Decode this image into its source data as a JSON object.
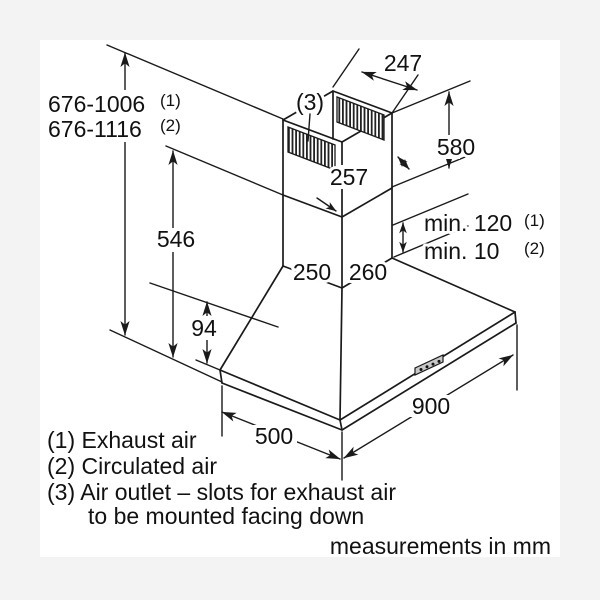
{
  "page": {
    "bg": "#f3f3f3",
    "canvas_bg": "#ffffff",
    "line_color": "#1a1a1a"
  },
  "dims": {
    "height_range_1": "676-1006",
    "height_range_1_ref": "(1)",
    "height_range_2": "676-1116",
    "height_range_2_ref": "(2)",
    "lower_section_height": "546",
    "rim_height": "94",
    "chimney_depth_top": "247",
    "chimney_height": "580",
    "chimney_face": "257",
    "chimney_width": "250",
    "chimney_depth": "260",
    "min_clearance_1": "min. 120",
    "min_clearance_1_ref": "(1)",
    "min_clearance_2": "min. 10",
    "min_clearance_2_ref": "(2)",
    "hood_width": "900",
    "hood_depth": "500",
    "outlet_ref": "(3)"
  },
  "legend": {
    "item1": "(1) Exhaust air",
    "item2": "(2) Circulated air",
    "item3": "(3) Air outlet – slots for exhaust air",
    "item3_cont": "to be mounted facing down"
  },
  "note": "measurements in mm"
}
